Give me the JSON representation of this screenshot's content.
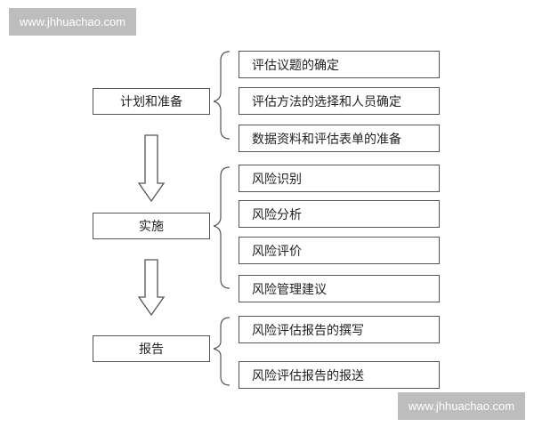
{
  "watermark": {
    "top": "www.jhhuachao.com",
    "bottom": "www.jhhuachao.com"
  },
  "stages": [
    {
      "label": "计划和准备",
      "tasks": [
        "评估议题的确定",
        "评估方法的选择和人员确定",
        "数据资料和评估表单的准备"
      ]
    },
    {
      "label": "实施",
      "tasks": [
        "风险识别",
        "风险分析",
        "风险评价",
        "风险管理建议"
      ]
    },
    {
      "label": "报告",
      "tasks": [
        "风险评估报告的撰写",
        "风险评估报告的报送"
      ]
    }
  ]
}
